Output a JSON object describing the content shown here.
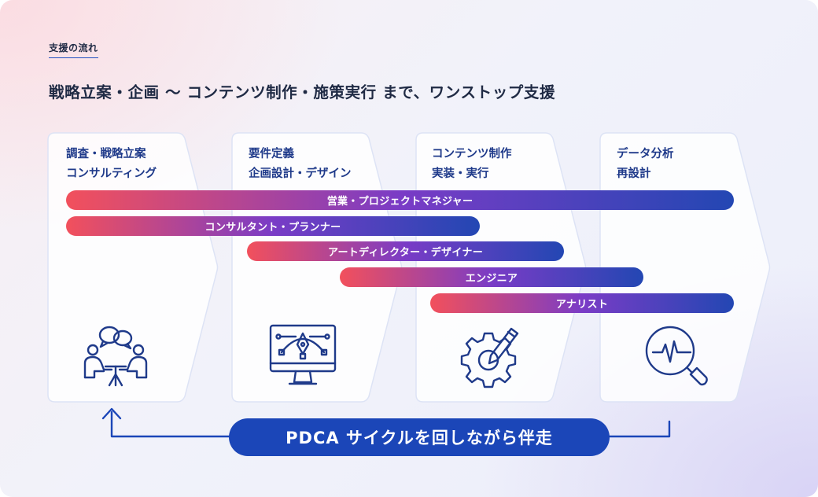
{
  "eyebrow": "支援の流れ",
  "headline": "戦略立案・企画 〜 コンテンツ制作・施策実行 まで、ワンストップ支援",
  "stages": [
    {
      "line1": "調査・戦略立案",
      "line2": "コンサルティング",
      "icon": "meeting-people-icon"
    },
    {
      "line1": "要件定義",
      "line2": "企画設計・デザイン",
      "icon": "design-monitor-icon"
    },
    {
      "line1": "コンテンツ制作",
      "line2": "実装・実行",
      "icon": "gear-pencil-icon"
    },
    {
      "line1": "データ分析",
      "line2": "再設計",
      "icon": "analytics-magnifier-icon"
    }
  ],
  "roles": [
    "営業・プロジェクトマネジャー",
    "コンサルタント・プランナー",
    "アートディレクター・デザイナー",
    "エンジニア",
    "アナリスト"
  ],
  "cycle_label": "PDCA サイクルを回しながら伴走",
  "colors": {
    "navy": "#1f2a44",
    "blue": "#1b46b8",
    "gradient_start": "#f2505c",
    "gradient_mid": "#7a3cc6",
    "gradient_end": "#2347b3",
    "icon_stroke": "#1f3a8a"
  }
}
